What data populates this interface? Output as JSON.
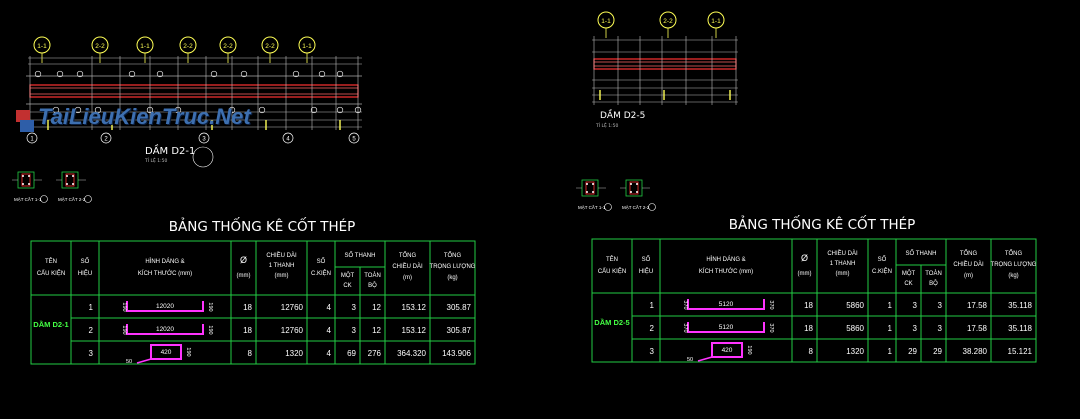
{
  "watermark": {
    "text": "TaiLieuKienTruc.Net"
  },
  "left": {
    "beam_title": "DẦM D2-1",
    "beam_scale": "TỈ LỆ 1:50",
    "axis_labels": [
      "1-1",
      "2-2",
      "1-1",
      "2-2",
      "2-2",
      "2-2",
      "1-1"
    ],
    "grid_marks": [
      "1",
      "2",
      "3",
      "4",
      "5"
    ],
    "section_labels": [
      "MẶT CẮT 1-1",
      "MẶT CẮT 2-2"
    ],
    "table_title": "BẢNG THỐNG KÊ CỐT THÉP",
    "member": "DẦM D2-1",
    "rows": [
      {
        "no": "1",
        "len_label": "12020",
        "left_dim": "190",
        "right_dim": "190",
        "dia": "18",
        "one_bar": "12760",
        "cnt_member": "4",
        "per_member": "3",
        "total_bars": "12",
        "total_len": "153.12",
        "weight": "305.87"
      },
      {
        "no": "2",
        "len_label": "12020",
        "left_dim": "190",
        "right_dim": "190",
        "dia": "18",
        "one_bar": "12760",
        "cnt_member": "4",
        "per_member": "3",
        "total_bars": "12",
        "total_len": "153.12",
        "weight": "305.87"
      },
      {
        "no": "3",
        "stirrup_w": "420",
        "stirrup_h": "190",
        "hook": "50",
        "dia": "8",
        "one_bar": "1320",
        "cnt_member": "4",
        "per_member": "69",
        "total_bars": "276",
        "total_len": "364.320",
        "weight": "143.906"
      }
    ]
  },
  "right": {
    "beam_title": "DẦM D2-5",
    "beam_scale": "TỈ LỆ 1:50",
    "axis_labels": [
      "1-1",
      "2-2",
      "1-1"
    ],
    "section_labels": [
      "MẶT CẮT 1-1",
      "MẶT CẮT 2-2"
    ],
    "table_title": "BẢNG THỐNG KÊ CỐT THÉP",
    "member": "DẦM D2-5",
    "rows": [
      {
        "no": "1",
        "len_label": "5120",
        "left_dim": "370",
        "right_dim": "370",
        "dia": "18",
        "one_bar": "5860",
        "cnt_member": "1",
        "per_member": "3",
        "total_bars": "3",
        "total_len": "17.58",
        "weight": "35.118"
      },
      {
        "no": "2",
        "len_label": "5120",
        "left_dim": "370",
        "right_dim": "370",
        "dia": "18",
        "one_bar": "5860",
        "cnt_member": "1",
        "per_member": "3",
        "total_bars": "3",
        "total_len": "17.58",
        "weight": "35.118"
      },
      {
        "no": "3",
        "stirrup_w": "420",
        "stirrup_h": "190",
        "hook": "50",
        "dia": "8",
        "one_bar": "1320",
        "cnt_member": "1",
        "per_member": "29",
        "total_bars": "29",
        "total_len": "38.280",
        "weight": "15.121"
      }
    ]
  },
  "headers": {
    "ten1": "TÊN",
    "ten2": "CẤU KIỆN",
    "so1": "SỐ",
    "so2": "HIỆU",
    "hd1": "HÌNH DÁNG &",
    "hd2": "KÍCH THƯỚC (mm)",
    "dia1": "Ø",
    "dia2": "(mm)",
    "cd1": "CHIỀU DÀI",
    "cd2": "1 THANH",
    "cd3": "(mm)",
    "ck1": "SỐ",
    "ck2": "C.KIỆN",
    "st": "SỐ THANH",
    "m1": "MỘT",
    "m2": "CK",
    "tb1": "TOÀN",
    "tb2": "BỘ",
    "tcd1": "TỔNG",
    "tcd2": "CHIỀU DÀI",
    "tcd3": "(m)",
    "tl1": "TỔNG",
    "tl2": "TRỌNG LƯỢNG",
    "tl3": "(kg)"
  },
  "colors": {
    "grid": "#22cc44",
    "rebar": "#ff33ff",
    "beam": "#ff3333",
    "text": "#ffffff",
    "axis": "#ffff55",
    "table_title": "#ffffff",
    "member": "#44ff44"
  }
}
